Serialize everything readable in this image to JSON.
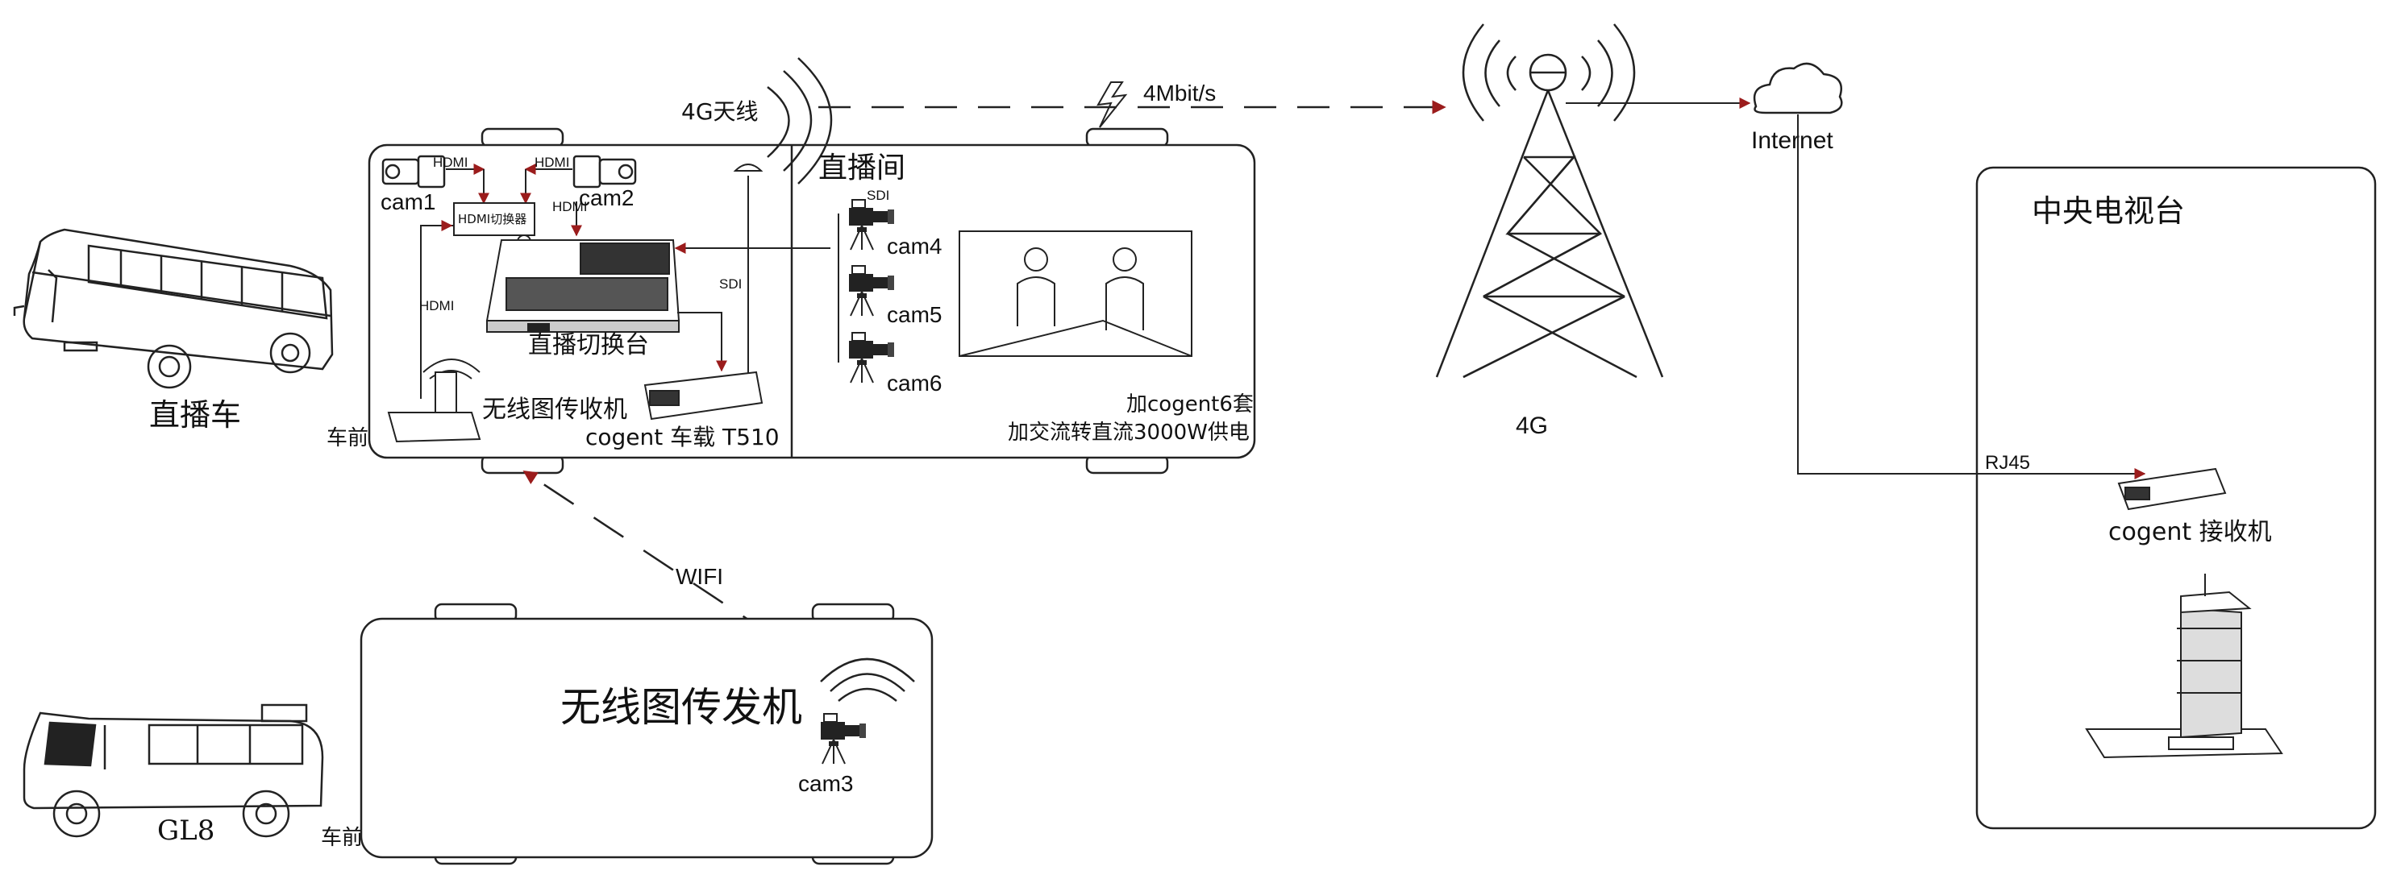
{
  "labels": {
    "bus_label": "直播车",
    "bus_front_label": "车前",
    "van_label": "GL8",
    "van_front_label": "车前",
    "antenna_4g_label": "4G天线",
    "bandwidth_label": "4Mbit/s",
    "studio_title": "直播间",
    "cam1": "cam1",
    "cam2": "cam2",
    "cam3": "cam3",
    "cam4": "cam4",
    "cam5": "cam5",
    "cam6": "cam6",
    "hdmi_a": "HDMI",
    "hdmi_b": "HDMI",
    "hdmi_c": "HDMI",
    "hdmi_side": "HDMI",
    "hdmi_switcher": "HDMI切换器",
    "sdi_vertical": "SDI",
    "sdi_cam4": "SDI",
    "switcher_label": "直播切换台",
    "wireless_rx_label": "无线图传收机",
    "t510_label": "cogent 车载  T510",
    "power_note_line1": "加cogent6套",
    "power_note_line2": "加交流转直流3000W供电",
    "wifi_label": "WIFI",
    "wireless_tx_label": "无线图传发机",
    "tower_label": "4G",
    "internet_label": "Internet",
    "rj45_label": "RJ45",
    "cctv_title": "中央电视台",
    "receiver_label": "cogent 接收机"
  },
  "colors": {
    "line": "#1a1a1a",
    "arrow": "#9b1c1c"
  }
}
